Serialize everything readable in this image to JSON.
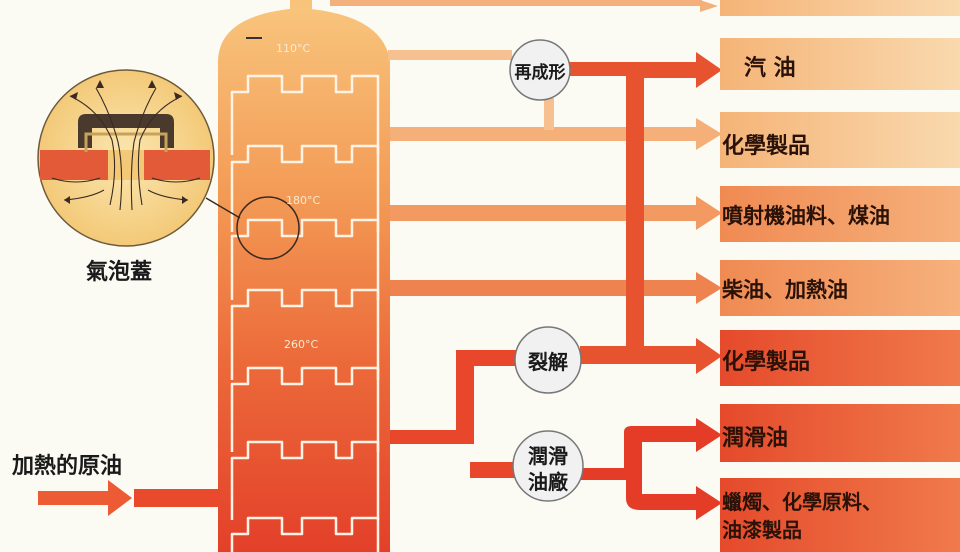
{
  "column": {
    "temperatures": [
      "110°C",
      "180°C",
      "260°C"
    ]
  },
  "bubble_cap": {
    "label": "氣泡蓋"
  },
  "feed": {
    "label": "加熱的原油"
  },
  "processes": {
    "reforming": "再成形",
    "cracking": "裂解",
    "lube_plant_line1": "潤滑",
    "lube_plant_line2": "油廠"
  },
  "products": [
    {
      "label": "汽 油"
    },
    {
      "label": "化學製品"
    },
    {
      "label": "噴射機油料、煤油"
    },
    {
      "label": "柴油、加熱油"
    },
    {
      "label": "化學製品"
    },
    {
      "label": "潤滑油"
    },
    {
      "label_line1": "蠟燭、化學原料、",
      "label_line2": "油漆製品"
    }
  ],
  "colors": {
    "column_top": "#f7c07a",
    "column_bottom": "#e8472a",
    "arrow_light": "#f3a86b",
    "arrow_dark": "#e2452a",
    "label_box_light": "#f5c28a",
    "label_box_dark": "#e85a34",
    "background": "#fbfbf4"
  }
}
